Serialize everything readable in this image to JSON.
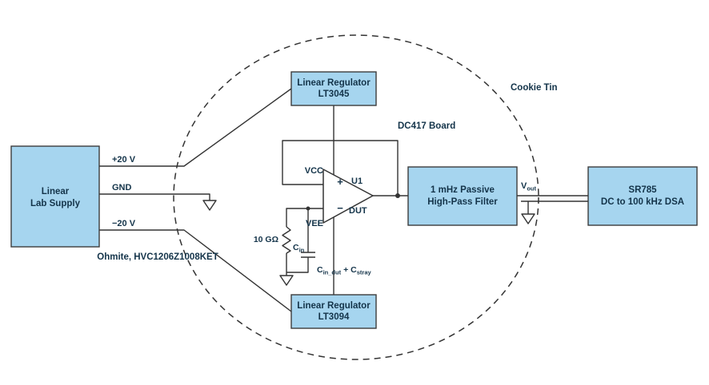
{
  "colors": {
    "box_fill": "#a6d5ef",
    "box_stroke": "#3c3c3c",
    "wire": "#333333",
    "text": "#14344a",
    "background": "#ffffff"
  },
  "boxes": {
    "supply": {
      "line1": "Linear",
      "line2": "Lab Supply"
    },
    "lt3045": {
      "line1": "Linear Regulator",
      "line2": "LT3045"
    },
    "lt3094": {
      "line1": "Linear Regulator",
      "line2": "LT3094"
    },
    "filter": {
      "line1": "1 mHz Passive",
      "line2": "High-Pass Filter"
    },
    "dsa": {
      "line1": "SR785",
      "line2": "DC to 100 kHz DSA"
    }
  },
  "rails": {
    "plus20": "+20 V",
    "gnd": "GND",
    "minus20": "−20 V"
  },
  "opamp": {
    "vcc": "VCC",
    "vee": "VEE",
    "designator": "U1",
    "dut": "DUT",
    "noninv": "+",
    "inv": "−"
  },
  "components": {
    "resistor": "10 GΩ",
    "cin": {
      "main": "C",
      "sub": "in"
    },
    "cap_note": {
      "p1": "C",
      "s1": "in_dut",
      "p2": "+ C",
      "s2": "stray"
    }
  },
  "output": {
    "v": "V",
    "sub": "out"
  },
  "annotations": {
    "cookie_tin": "Cookie Tin",
    "board": "DC417 Board",
    "resistor_part": "Ohmite, HVC1206Z1008KET"
  }
}
